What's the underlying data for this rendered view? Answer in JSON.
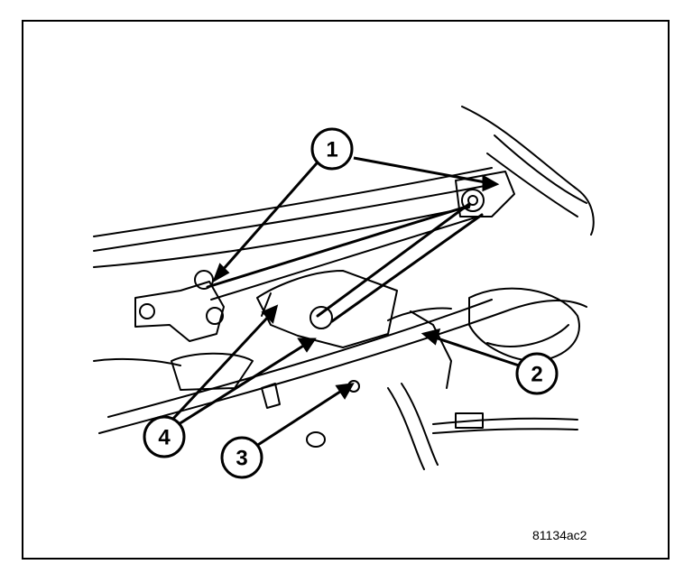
{
  "figure": {
    "code": "81134ac2",
    "callouts": [
      {
        "id": "1",
        "label": "1"
      },
      {
        "id": "2",
        "label": "2"
      },
      {
        "id": "3",
        "label": "3"
      },
      {
        "id": "4",
        "label": "4"
      }
    ]
  },
  "colors": {
    "ink": "#000000",
    "paper": "#ffffff"
  }
}
